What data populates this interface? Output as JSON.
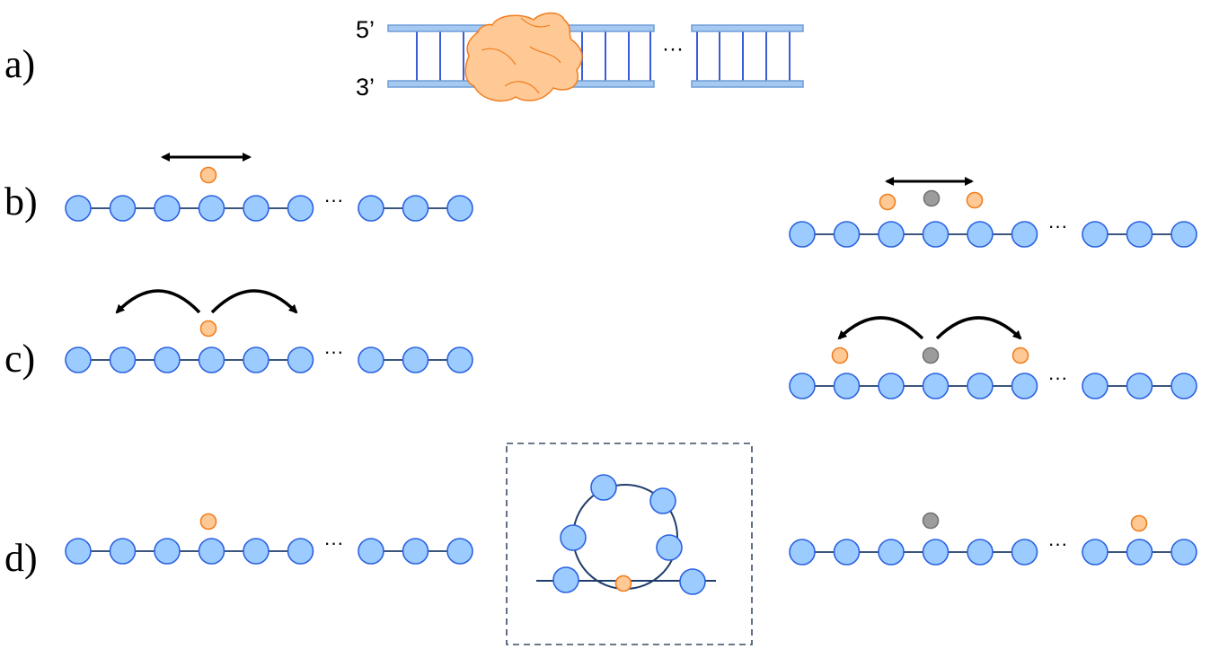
{
  "labels": {
    "a": "a)",
    "b": "b)",
    "c": "c)",
    "d": "d)",
    "five_prime": "5’",
    "three_prime": "3’"
  },
  "ellipsis": "···",
  "colors": {
    "bead_fill": "#9ccbff",
    "bead_stroke": "#2b62e0",
    "chain_line": "#213d6b",
    "protein_fill": "#ffc996",
    "protein_stroke": "#f17d1d",
    "gray_fill": "#9c9c9c",
    "gray_stroke": "#737373",
    "dna_fill": "#a6c9f2",
    "dna_stroke": "#6f9dd7",
    "dna_rung": "#3b5bd9",
    "arrow": "#000000",
    "box_stroke": "#3a4c68"
  }
}
